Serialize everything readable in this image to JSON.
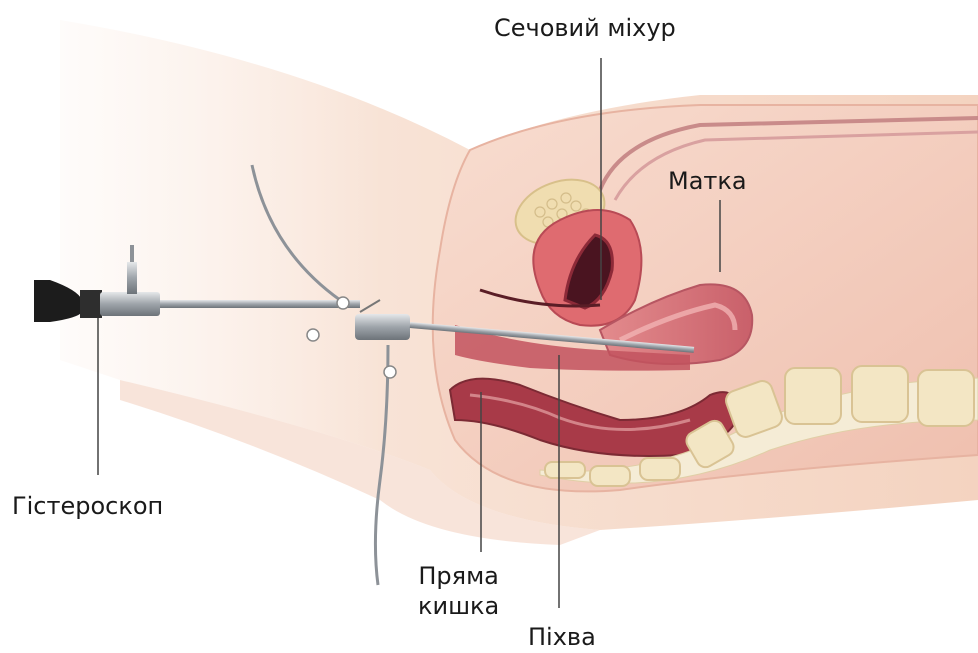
{
  "labels": {
    "bladder": "Сечовий міхур",
    "uterus": "Матка",
    "hysteroscope": "Гістероскоп",
    "rectum_line1": "Пряма",
    "rectum_line2": "кишка",
    "vagina": "Піхва"
  },
  "colors": {
    "skin": "#f6dccb",
    "tissue": "#f2c8b8",
    "uterus": "#d9757a",
    "cavity": "#b2394a",
    "bladder": "#f0ddb0",
    "vertebra": "#f3e6c4",
    "instrument": "#9aa0a6",
    "eyepiece": "#1c1c1c",
    "leader_line": "#444444"
  }
}
